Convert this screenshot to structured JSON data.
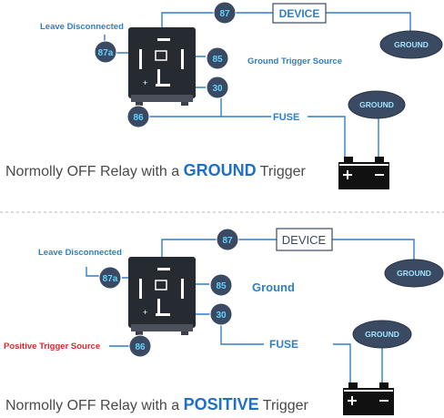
{
  "top": {
    "pins": {
      "p87": "87",
      "p87a": "87a",
      "p85": "85",
      "p30": "30",
      "p86": "86"
    },
    "device": "DEVICE",
    "ground_device": "GROUND",
    "ground_battery": "GROUND",
    "leave_disconnected": "Leave Disconnected",
    "trigger_85": "Ground Trigger Source",
    "fuse": "FUSE",
    "caption": {
      "before": "Normolly OFF Relay with a ",
      "strong": "GROUND",
      "after": " Trigger"
    }
  },
  "bottom": {
    "pins": {
      "p87": "87",
      "p87a": "87a",
      "p85": "85",
      "p30": "30",
      "p86": "86"
    },
    "device": "DEVICE",
    "ground_device": "GROUND",
    "ground_battery": "GROUND",
    "leave_disconnected": "Leave Disconnected",
    "label_85": "Ground",
    "trigger_86": "Positive Trigger Source",
    "fuse": "FUSE",
    "caption": {
      "before": "Normolly OFF Relay with a ",
      "strong": "POSITIVE",
      "after": " Trigger"
    }
  },
  "colors": {
    "wire": "#2f7fc4",
    "pin_fill": "#3b4a63",
    "pin_text": "#5fd3ff",
    "emphasis_blue": "#1f6fc9",
    "trigger_red": "#d42a2a"
  }
}
